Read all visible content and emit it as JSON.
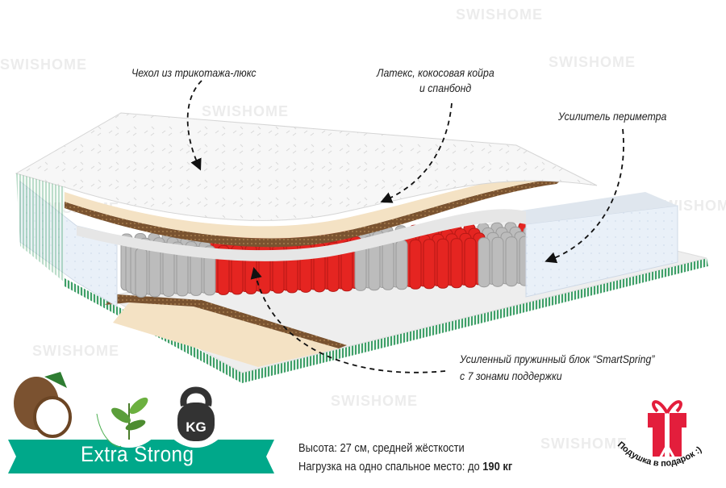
{
  "watermark": "SWISHOME",
  "labels": {
    "cover": "Чехол из трикотажа-люкс",
    "latex_line1": "Латекс, кокосовая койра",
    "latex_line2": "и спанбонд",
    "perimeter": "Усилитель периметра",
    "springs_line1": "Усиленный пружинный блок “SmartSpring”",
    "springs_line2": "с 7 зонами поддержки"
  },
  "badge": {
    "title": "Extra Strong",
    "weight_icon_text": "KG",
    "icons": [
      "coconut-icon",
      "leaf-icon",
      "kettlebell-icon"
    ]
  },
  "specs": {
    "height_line": "Высота: 27 см, средней жёсткости",
    "load_prefix": "Нагрузка на одно спальное место: до ",
    "load_value": "190 кг"
  },
  "gift": {
    "text": "Подушка в подарок :)"
  },
  "colors": {
    "accent_green": "#00a88a",
    "spring_red": "#e52521",
    "spring_gray": "#bcbcbc",
    "latex": "#f4e2c4",
    "coir": "#7a5330",
    "gift_red": "#e31e3c"
  }
}
